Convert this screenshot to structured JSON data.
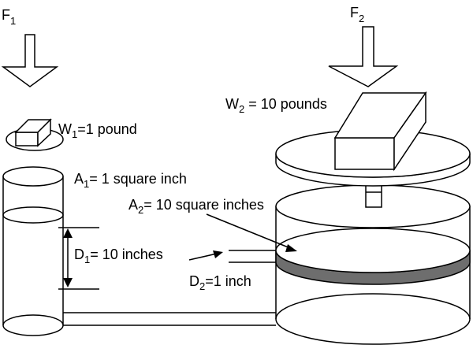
{
  "labels": {
    "f1": {
      "main": "F",
      "sub": "1"
    },
    "f2": {
      "main": "F",
      "sub": "2"
    },
    "w1": {
      "main": "W",
      "sub": "1",
      "rest": "=1 pound"
    },
    "w2": {
      "main": "W",
      "sub": "2",
      "rest": " = 10 pounds"
    },
    "a1": {
      "main": "A",
      "sub": "1",
      "rest": "= 1 square inch"
    },
    "a2": {
      "main": "A",
      "sub": "2",
      "rest": "= 10 square inches"
    },
    "d1": {
      "main": "D",
      "sub": "1",
      "rest": "= 10 inches"
    },
    "d2": {
      "main": "D",
      "sub": "2",
      "rest": "=1 inch"
    }
  },
  "colors": {
    "line": "#000000",
    "background": "#ffffff",
    "piston_band": "#6e6e6e"
  }
}
